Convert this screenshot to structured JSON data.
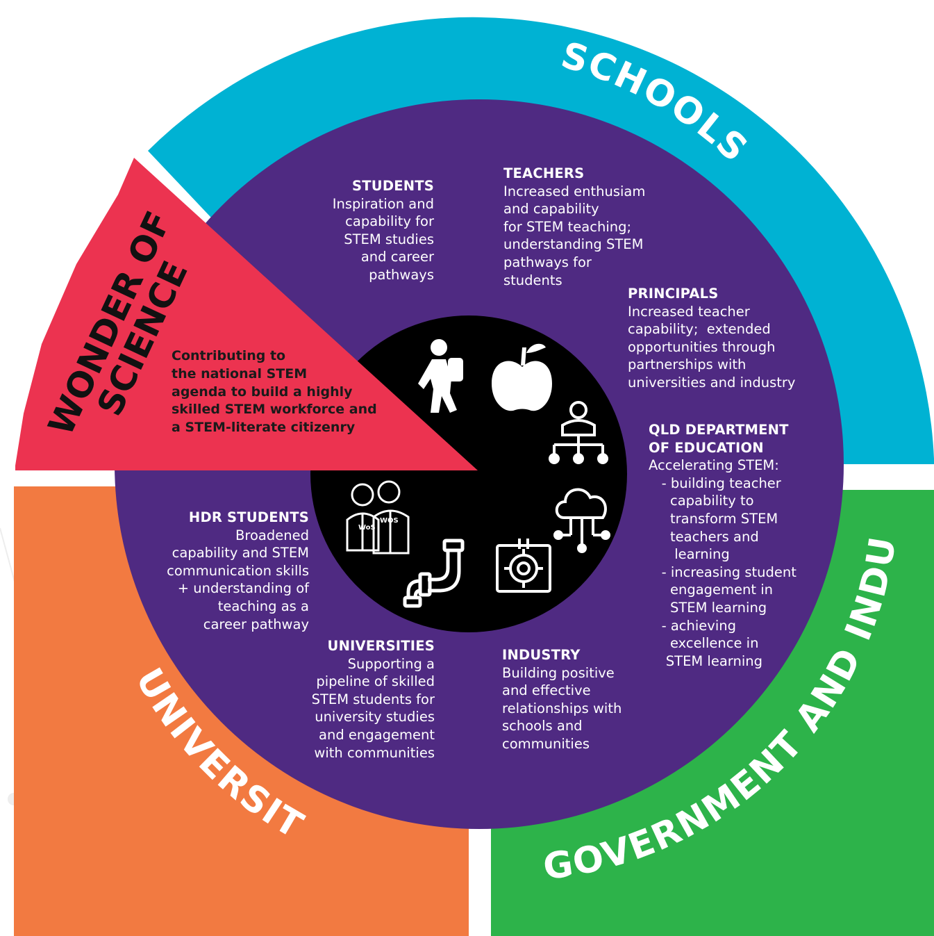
{
  "colors": {
    "schools": "#00B2D3",
    "government_industry": "#2DB34A",
    "universities": "#F27A41",
    "wonder_of_science": "#EC3350",
    "inner": "#4F2A82",
    "core": "#000000"
  },
  "ring_labels": {
    "schools": "SCHOOLS",
    "government_industry": "GOVERNMENT AND INDUSTRY",
    "universities": "UNIVERSITIES",
    "wonder_of_science_line1": "WONDER OF",
    "wonder_of_science_line2": "SCIENCE"
  },
  "wonder_of_science_text": {
    "lines": [
      "Contributing to",
      "the national STEM",
      "agenda to build a highly",
      "skilled STEM workforce and",
      "a STEM-literate citizenry"
    ]
  },
  "stakeholders": {
    "students": {
      "title": "STUDENTS",
      "lines": [
        "Inspiration and",
        "capability for",
        "STEM studies",
        "and career",
        "pathways"
      ]
    },
    "teachers": {
      "title": "TEACHERS",
      "lines": [
        "Increased enthusiam",
        "and capability",
        "for STEM teaching;",
        "understanding STEM",
        "pathways for",
        "students"
      ]
    },
    "principals": {
      "title": "PRINCIPALS",
      "lines": [
        "Increased teacher",
        "capability;  extended",
        "opportunities through",
        "partnerships with",
        "universities and industry"
      ]
    },
    "qld_education": {
      "title_line1": "QLD DEPARTMENT",
      "title_line2": "OF EDUCATION",
      "lines": [
        "Accelerating STEM:",
        "   - building teacher",
        "     capability to",
        "     transform STEM",
        "     teachers and",
        "      learning",
        "   - increasing student",
        "     engagement in",
        "     STEM learning",
        "   - achieving",
        "     excellence in",
        "    STEM learning"
      ]
    },
    "industry": {
      "title": "INDUSTRY",
      "lines": [
        "Building positive",
        "and effective",
        "relationships with",
        "schools and",
        "communities"
      ]
    },
    "universities": {
      "title": "UNIVERSITIES",
      "lines": [
        "Supporting a",
        "pipeline of skilled",
        "STEM students for",
        "university studies",
        "and engagement",
        "with communities"
      ]
    },
    "hdr_students": {
      "title": "HDR STUDENTS",
      "lines": [
        "Broadened",
        "capability and STEM",
        "communication skills",
        "+ understanding of",
        "teaching as a",
        "career pathway"
      ]
    }
  },
  "core_icons": {
    "student": "student-walking-icon",
    "teacher": "apple-icon",
    "principal": "leader-network-icon",
    "education_department": "cloud-network-icon",
    "industry": "gear-circuit-icon",
    "universities": "pipeline-icon",
    "hdr_students": "researchers-icon",
    "badge_text_left": "WoS",
    "badge_text_right": "WOS"
  }
}
